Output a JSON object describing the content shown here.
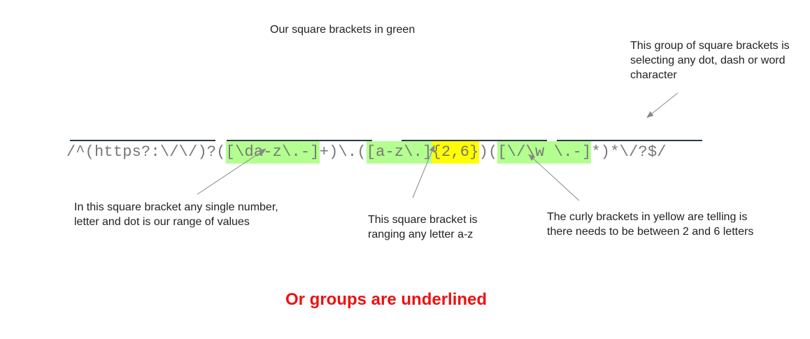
{
  "title": "Our square brackets in green",
  "regex": {
    "segments": [
      {
        "text": "/^",
        "highlight": "none"
      },
      {
        "text": "(https?:\\/\\/)",
        "highlight": "none"
      },
      {
        "text": "?(",
        "highlight": "none"
      },
      {
        "text": "[\\da-z\\.-]",
        "highlight": "green"
      },
      {
        "text": "+)\\.",
        "highlight": "none"
      },
      {
        "text": "(",
        "highlight": "none"
      },
      {
        "text": "[a-z\\.]",
        "highlight": "green"
      },
      {
        "text": "{2,6}",
        "highlight": "yellow"
      },
      {
        "text": ")",
        "highlight": "none"
      },
      {
        "text": "(",
        "highlight": "none"
      },
      {
        "text": "[\\/\\w \\.-]",
        "highlight": "green"
      },
      {
        "text": "*)",
        "highlight": "none"
      },
      {
        "text": "*\\/?$/",
        "highlight": "none"
      }
    ]
  },
  "annotations": {
    "top_right": "This group of square brackets is selecting any dot, dash or word character",
    "left": "In this square bracket any single number, letter and dot is our range of values",
    "middle": "This square bracket is ranging any letter a-z",
    "right": "The curly brackets in yellow are telling is there needs to be between 2 and 6 letters"
  },
  "footer": "Or groups are underlined",
  "colors": {
    "green_highlight": "#b3ff8f",
    "yellow_highlight": "#ffff00",
    "footer_text": "#ee1111",
    "regex_text": "#777777",
    "underline": "#2b3a4a",
    "arrow": "#888888"
  }
}
